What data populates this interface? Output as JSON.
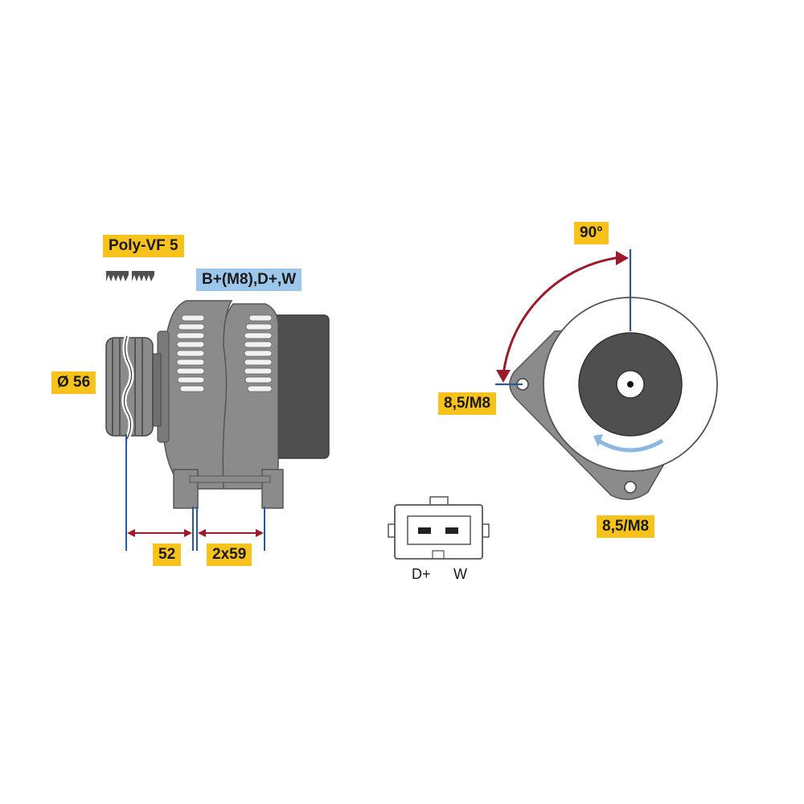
{
  "labels": {
    "belt": "Poly-VF 5",
    "terminals": "B+(M8),D+,W",
    "pulley_diameter": "Ø 56",
    "dim_front": "52",
    "dim_mount": "2x59",
    "angle": "90°",
    "hole_left": "8,5/M8",
    "hole_bottom": "8,5/M8",
    "pin_d_plus": "D+",
    "pin_w": "W"
  },
  "colors": {
    "label_yellow": "#f7c21b",
    "label_blue": "#9dc7ea",
    "body_gray": "#8b8b8b",
    "dark_gray": "#4f4f4f",
    "arrow_red": "#9b1b2a",
    "dim_blue": "#2c5a93",
    "rotation_blue": "#8ab8e2"
  }
}
